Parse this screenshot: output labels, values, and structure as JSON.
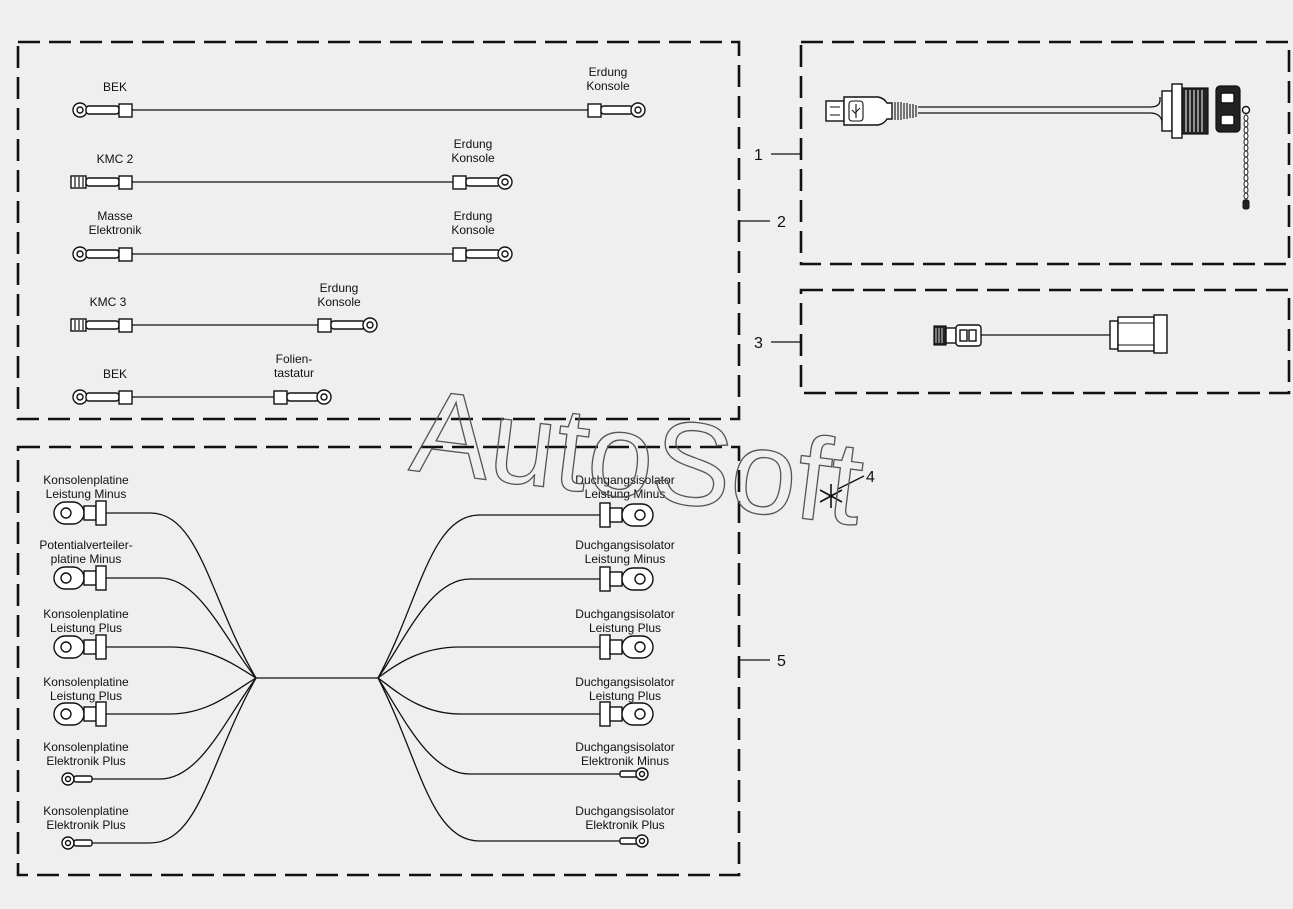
{
  "watermark": "AutoSoft",
  "callouts": {
    "n1": "1",
    "n2": "2",
    "n3": "3",
    "n4": "4",
    "n5": "5"
  },
  "group2": {
    "c1_left": "BEK",
    "c1_right_1": "Erdung",
    "c1_right_2": "Konsole",
    "c2_left": "KMC 2",
    "c2_right_1": "Erdung",
    "c2_right_2": "Konsole",
    "c3_left_1": "Masse",
    "c3_left_2": "Elektronik",
    "c3_right_1": "Erdung",
    "c3_right_2": "Konsole",
    "c4_left": "KMC 3",
    "c4_right_1": "Erdung",
    "c4_right_2": "Konsole",
    "c5_left": "BEK",
    "c5_right_1": "Folien-",
    "c5_right_2": "tastatur"
  },
  "group5": {
    "left": [
      [
        "Konsolenplatine",
        "Leistung Minus"
      ],
      [
        "Potentialverteiler-",
        "platine Minus"
      ],
      [
        "Konsolenplatine",
        "Leistung Plus"
      ],
      [
        "Konsolenplatine",
        "Leistung Plus"
      ],
      [
        "Konsolenplatine",
        "Elektronik Plus"
      ],
      [
        "Konsolenplatine",
        "Elektronik Plus"
      ]
    ],
    "right": [
      [
        "Duchgangsisolator",
        "Leistung Minus"
      ],
      [
        "Duchgangsisolator",
        "Leistung Minus"
      ],
      [
        "Duchgangsisolator",
        "Leistung Plus"
      ],
      [
        "Duchgangsisolator",
        "Leistung Plus"
      ],
      [
        "Duchgangsisolator",
        "Elektronik Minus"
      ],
      [
        "Duchgangsisolator",
        "Elektronik Plus"
      ]
    ]
  }
}
